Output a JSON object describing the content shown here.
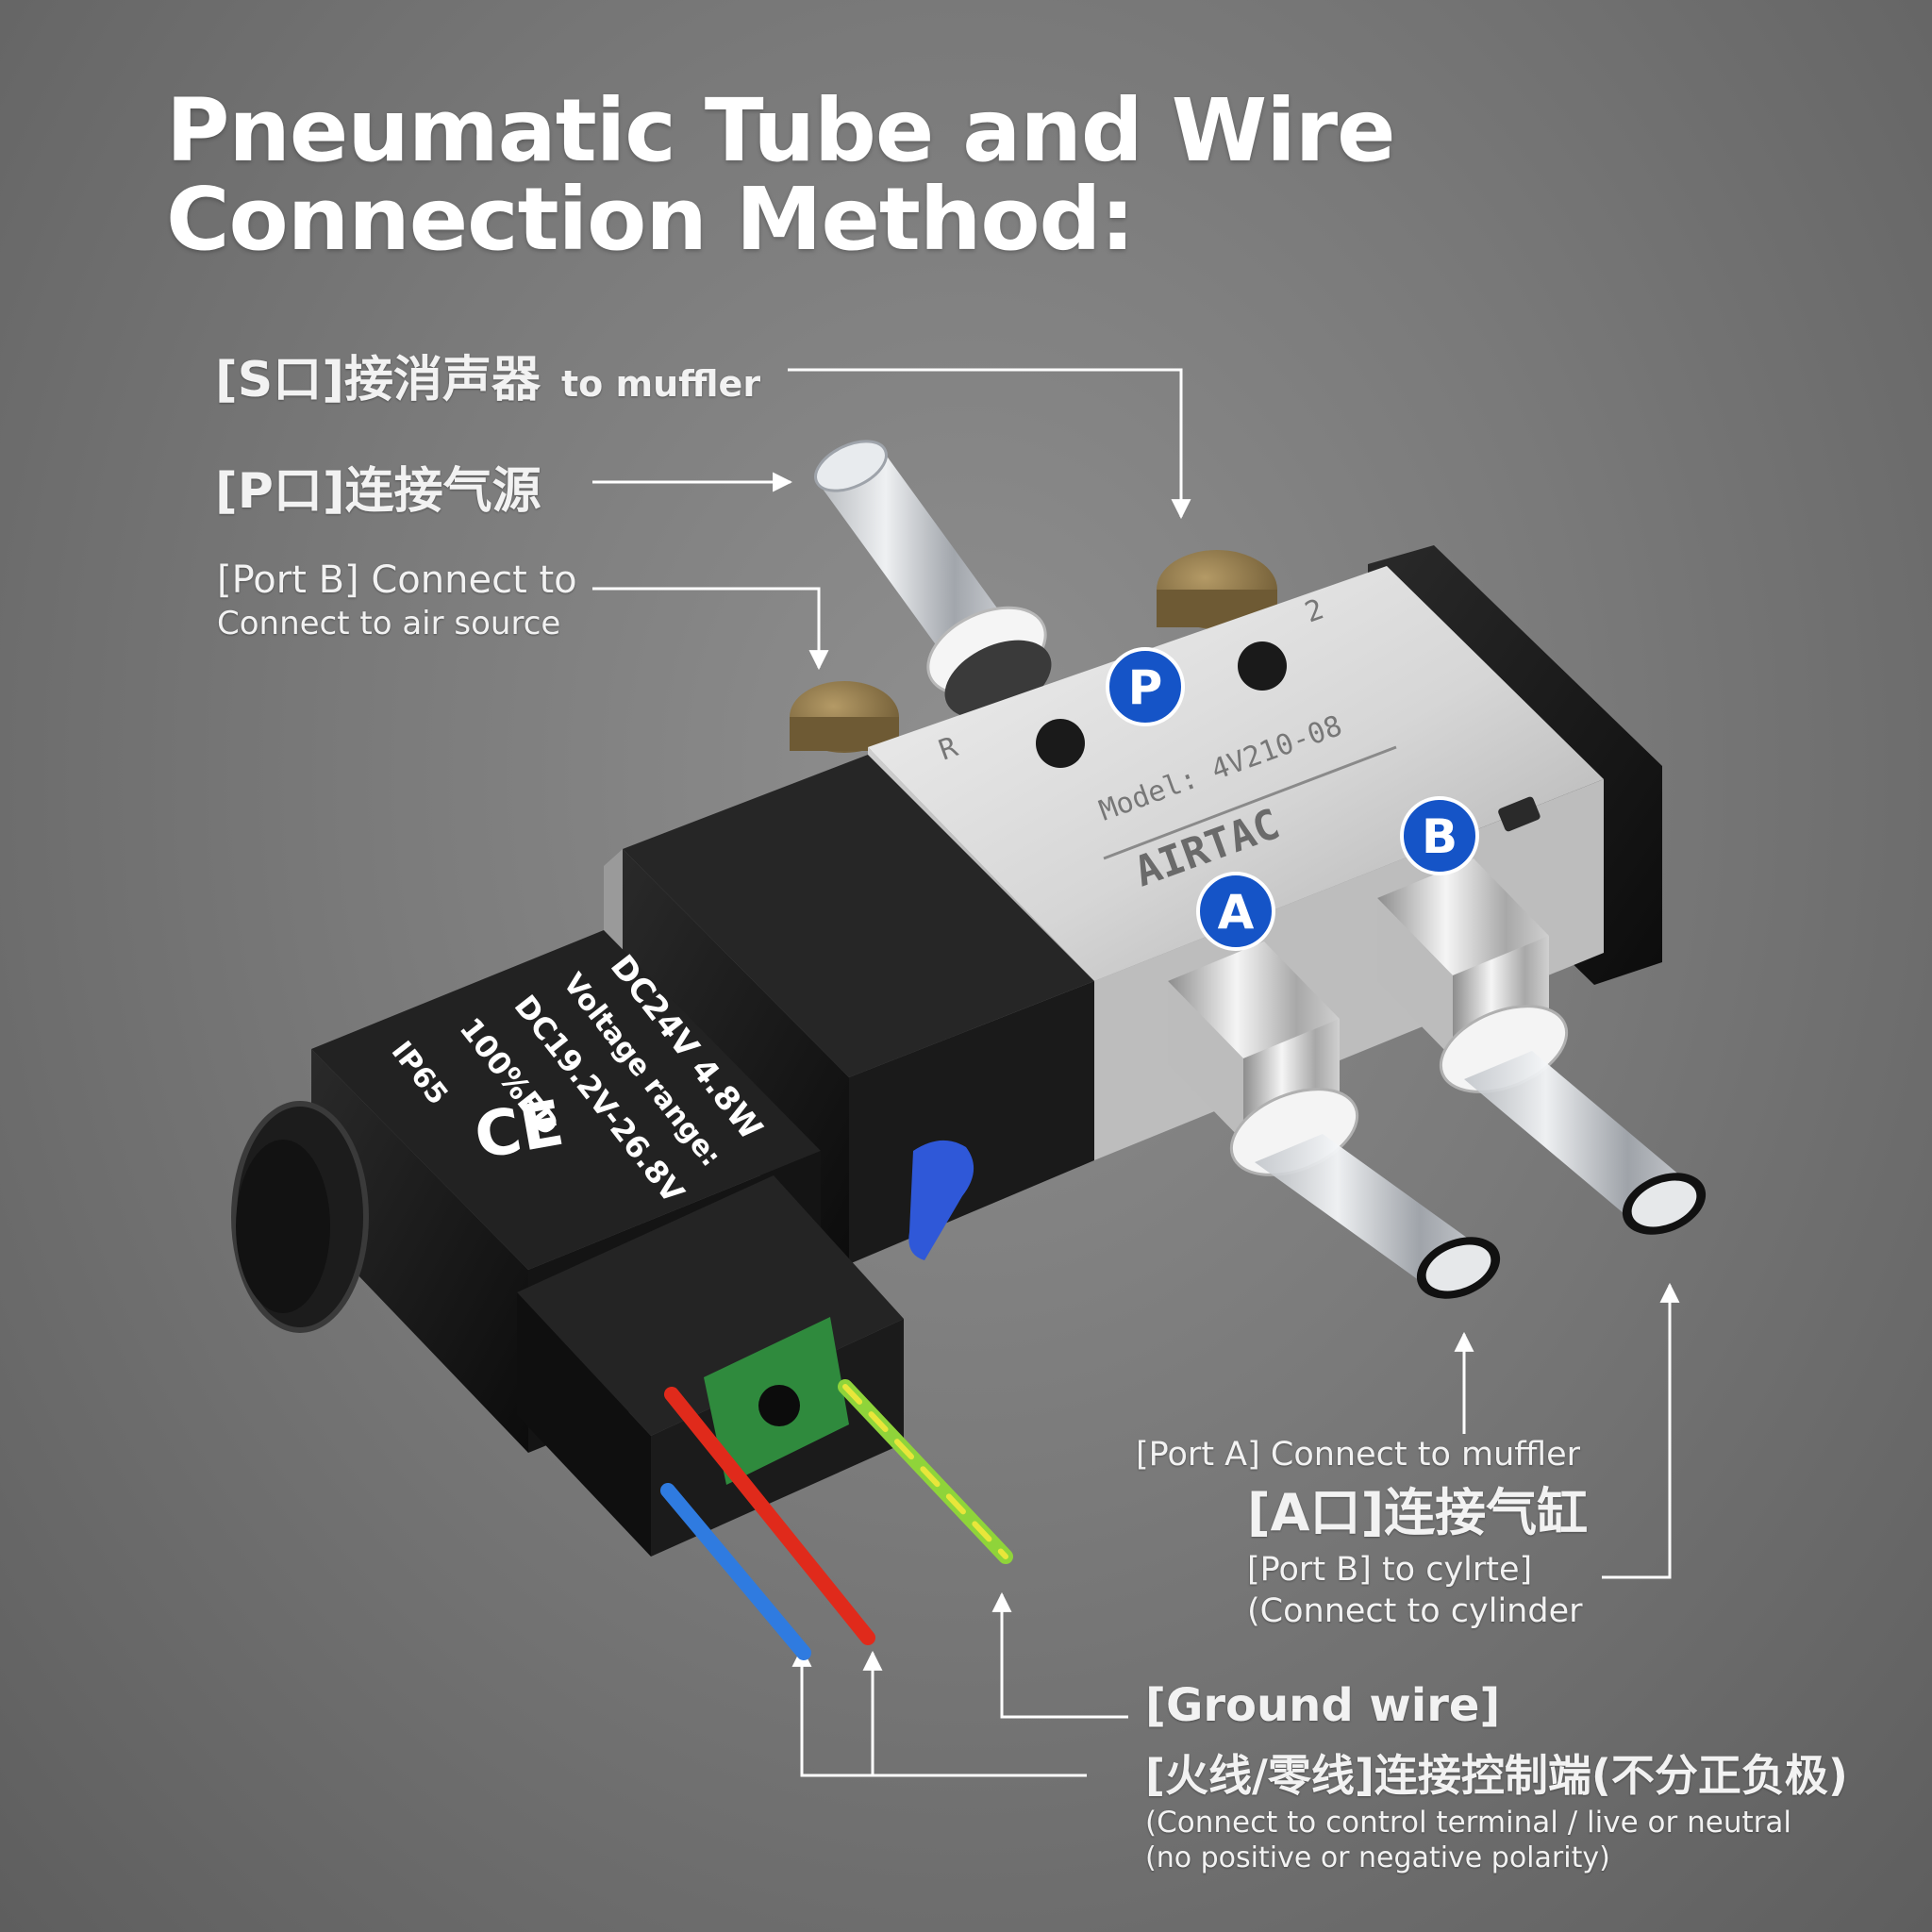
{
  "title": {
    "line1": "Pneumatic Tube and Wire",
    "line2": "Connection Method:"
  },
  "labels": {
    "s_port": {
      "cn": "[S口]接消声器",
      "en": "to muffler"
    },
    "p_port": {
      "cn": "[P口]连接气源"
    },
    "port_b_top": {
      "line1": "[Port B] Connect to",
      "line2": "Connect to air source"
    },
    "port_a": {
      "line1": "[Port A] Connect to muffler",
      "cn": "[A口]连接气缸",
      "line3": "[Port B] to cylrte]",
      "line4": "(Connect to cylinder"
    },
    "ground": "[Ground wire]",
    "wire": {
      "cn": "[火线/零线]连接控制端(不分正负极)",
      "en1": "(Connect to control terminal / live or neutral",
      "en2": "(no positive or negative polarity)"
    }
  },
  "badges": {
    "p": "P",
    "a": "A",
    "b": "B"
  },
  "coil": {
    "line1": "DC24V 4.8W",
    "line2": "Voltage range:",
    "line3": "DC19.2V-26.8V",
    "line4": "100%ED",
    "line5": "IP65",
    "mark": "CE"
  },
  "valve_marks": {
    "model": "Model: 4V210-08",
    "brand": "AIRTAC",
    "mark_r": "R",
    "mark_2": "2"
  },
  "colors": {
    "badge_blue": "#1554c7",
    "wire_red": "#e02a1b",
    "wire_blue": "#2f7be0",
    "wire_green": "#6cc72a",
    "wire_yellow": "#e8e63a",
    "coil_black": "#161616",
    "valve_silver": "#d9d9d9"
  },
  "icons": [
    "arrow-icon",
    "ce-mark-icon",
    "badge-p-icon",
    "badge-a-icon",
    "badge-b-icon"
  ]
}
